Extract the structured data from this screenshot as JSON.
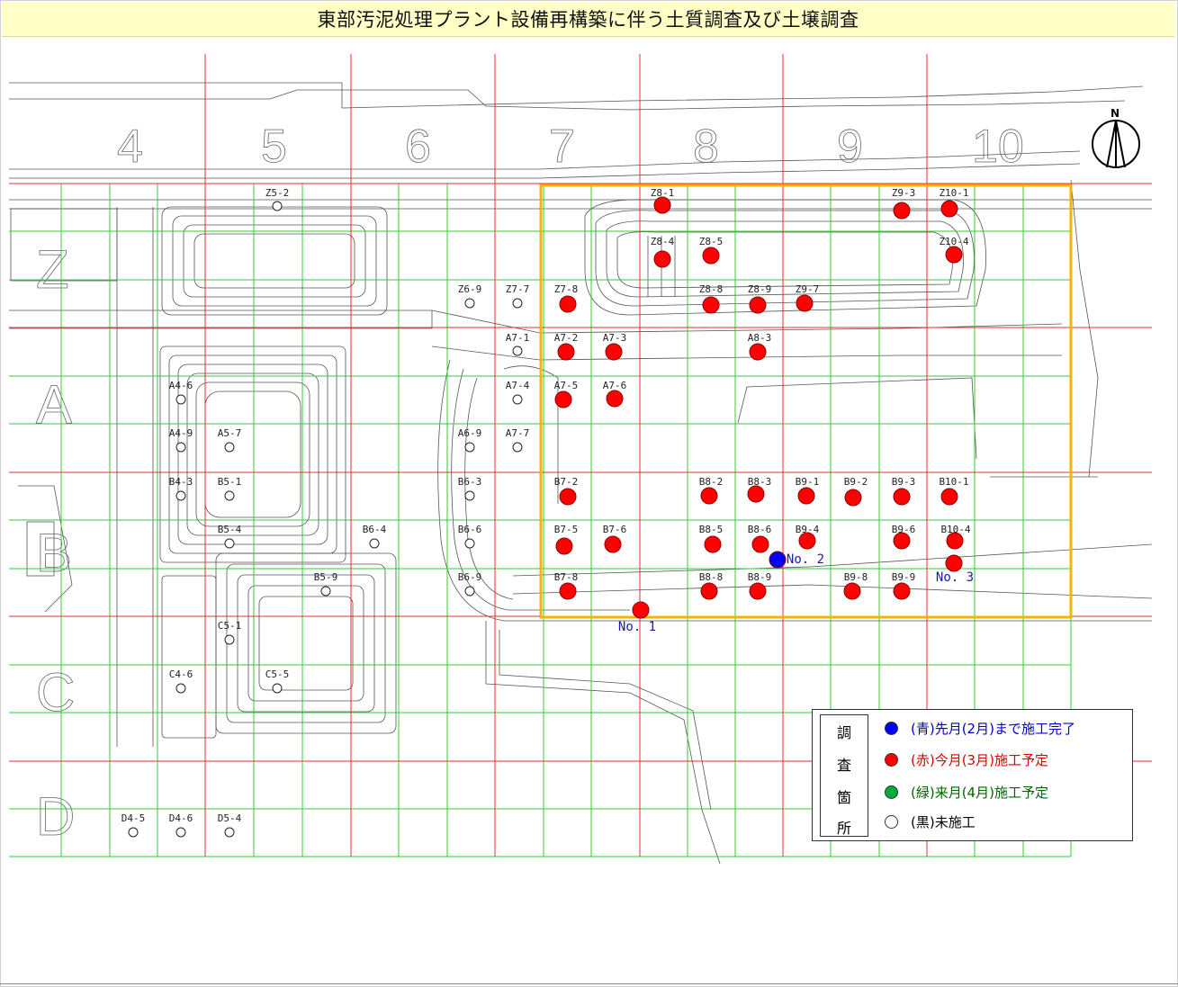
{
  "title": "東部汚泥処理プラント設備再構築に伴う土質調査及び土壌調査",
  "colors": {
    "completed": "#0000ff",
    "this_month": "#ff0000",
    "next_month": "#00aa3c",
    "not_started": "#ffffff",
    "area_outline": "#f5b400",
    "grid_green": "#33cc33",
    "grid_red": "#e03030"
  },
  "column_labels": [
    "4",
    "5",
    "6",
    "7",
    "8",
    "9",
    "10"
  ],
  "row_labels": [
    "A",
    "B",
    "C",
    "D"
  ],
  "compass": "N",
  "boring_labels": [
    "No. 1",
    "No. 2",
    "No. 3"
  ],
  "points": [
    {
      "id": "Z5-2",
      "status": "not_started"
    },
    {
      "id": "Z8-1",
      "status": "this_month"
    },
    {
      "id": "Z9-3",
      "status": "this_month"
    },
    {
      "id": "Z10-1",
      "status": "this_month"
    },
    {
      "id": "Z8-4",
      "status": "this_month"
    },
    {
      "id": "Z8-5",
      "status": "this_month"
    },
    {
      "id": "Z10-4",
      "status": "this_month"
    },
    {
      "id": "Z6-9",
      "status": "not_started"
    },
    {
      "id": "Z7-7",
      "status": "not_started"
    },
    {
      "id": "Z7-8",
      "status": "this_month"
    },
    {
      "id": "Z8-8",
      "status": "this_month"
    },
    {
      "id": "Z8-9",
      "status": "this_month"
    },
    {
      "id": "Z9-7",
      "status": "this_month"
    },
    {
      "id": "A7-1",
      "status": "not_started"
    },
    {
      "id": "A7-2",
      "status": "this_month"
    },
    {
      "id": "A7-3",
      "status": "this_month"
    },
    {
      "id": "A8-3",
      "status": "this_month"
    },
    {
      "id": "A4-6",
      "status": "not_started"
    },
    {
      "id": "A7-4",
      "status": "not_started"
    },
    {
      "id": "A7-5",
      "status": "this_month"
    },
    {
      "id": "A7-6",
      "status": "this_month"
    },
    {
      "id": "A4-9",
      "status": "not_started"
    },
    {
      "id": "A5-7",
      "status": "not_started"
    },
    {
      "id": "A6-9",
      "status": "not_started"
    },
    {
      "id": "A7-7",
      "status": "not_started"
    },
    {
      "id": "B4-3",
      "status": "not_started"
    },
    {
      "id": "B5-1",
      "status": "not_started"
    },
    {
      "id": "B6-3",
      "status": "not_started"
    },
    {
      "id": "B7-2",
      "status": "this_month"
    },
    {
      "id": "B8-2",
      "status": "this_month"
    },
    {
      "id": "B8-3",
      "status": "this_month"
    },
    {
      "id": "B9-1",
      "status": "this_month"
    },
    {
      "id": "B9-2",
      "status": "this_month"
    },
    {
      "id": "B9-3",
      "status": "this_month"
    },
    {
      "id": "B10-1",
      "status": "this_month"
    },
    {
      "id": "B5-4",
      "status": "not_started"
    },
    {
      "id": "B6-4",
      "status": "not_started"
    },
    {
      "id": "B6-6",
      "status": "not_started"
    },
    {
      "id": "B7-5",
      "status": "this_month"
    },
    {
      "id": "B7-6",
      "status": "this_month"
    },
    {
      "id": "B8-5",
      "status": "this_month"
    },
    {
      "id": "B8-6",
      "status": "this_month"
    },
    {
      "id": "B9-4",
      "status": "this_month"
    },
    {
      "id": "B9-6",
      "status": "this_month"
    },
    {
      "id": "B10-4",
      "status": "this_month"
    },
    {
      "id": "B5-9",
      "status": "not_started"
    },
    {
      "id": "B6-9",
      "status": "not_started"
    },
    {
      "id": "B7-8",
      "status": "this_month"
    },
    {
      "id": "B8-8",
      "status": "this_month"
    },
    {
      "id": "B8-9",
      "status": "this_month"
    },
    {
      "id": "B9-8",
      "status": "this_month"
    },
    {
      "id": "B9-9",
      "status": "this_month"
    },
    {
      "id": "C5-1",
      "status": "not_started"
    },
    {
      "id": "C4-6",
      "status": "not_started"
    },
    {
      "id": "C5-5",
      "status": "not_started"
    },
    {
      "id": "D4-5",
      "status": "not_started"
    },
    {
      "id": "D4-6",
      "status": "not_started"
    },
    {
      "id": "D5-4",
      "status": "not_started"
    },
    {
      "id": "No. 1",
      "status": "this_month"
    },
    {
      "id": "No. 2",
      "status": "completed"
    },
    {
      "id": "No. 3",
      "status": "this_month"
    }
  ],
  "legend": {
    "heading": [
      "調",
      "査",
      "箇",
      "所"
    ],
    "items": [
      {
        "text": "(青)先月(2月)まで施工完了",
        "status": "completed"
      },
      {
        "text": "(赤)今月(3月)施工予定",
        "status": "this_month"
      },
      {
        "text": "(緑)来月(4月)施工予定",
        "status": "next_month"
      },
      {
        "text": "(黒)未施工",
        "status": "not_started"
      }
    ]
  }
}
